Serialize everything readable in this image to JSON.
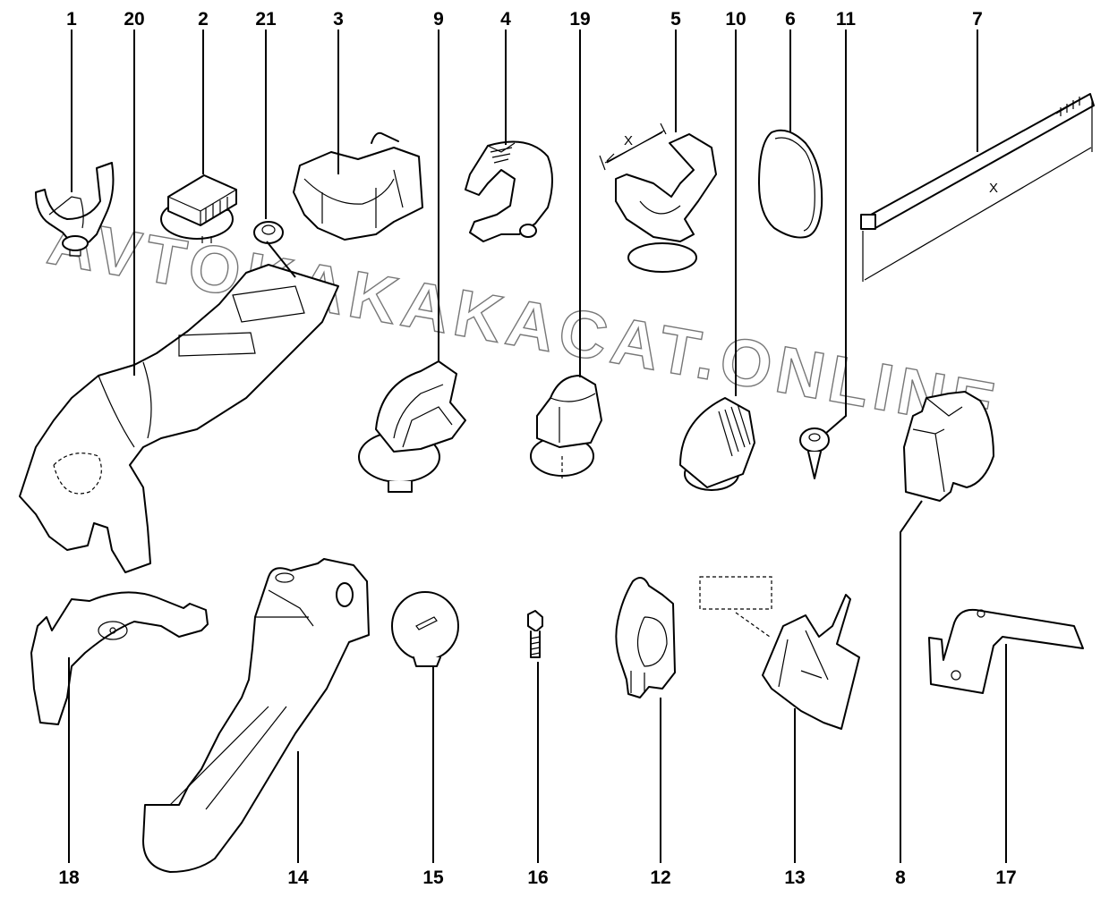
{
  "diagram": {
    "type": "exploded-parts-diagram",
    "subject": "wiring harness clips, fasteners and brackets",
    "watermark": "AVTOKAKAKACAT.ONLINE",
    "colors": {
      "line": "#000000",
      "background": "#ffffff",
      "watermark": "#777777"
    },
    "dimension_label": "X",
    "callouts_top": [
      {
        "id": "1",
        "label": "1"
      },
      {
        "id": "20",
        "label": "20"
      },
      {
        "id": "2",
        "label": "2"
      },
      {
        "id": "21",
        "label": "21"
      },
      {
        "id": "3",
        "label": "3"
      },
      {
        "id": "9",
        "label": "9"
      },
      {
        "id": "4",
        "label": "4"
      },
      {
        "id": "19",
        "label": "19"
      },
      {
        "id": "5",
        "label": "5"
      },
      {
        "id": "10",
        "label": "10"
      },
      {
        "id": "6",
        "label": "6"
      },
      {
        "id": "11",
        "label": "11"
      },
      {
        "id": "7",
        "label": "7"
      }
    ],
    "callouts_bottom": [
      {
        "id": "18",
        "label": "18"
      },
      {
        "id": "14",
        "label": "14"
      },
      {
        "id": "15",
        "label": "15"
      },
      {
        "id": "16",
        "label": "16"
      },
      {
        "id": "12",
        "label": "12"
      },
      {
        "id": "13",
        "label": "13"
      },
      {
        "id": "8",
        "label": "8"
      },
      {
        "id": "17",
        "label": "17"
      }
    ],
    "parts": [
      {
        "id": "1",
        "name": "open cable clip with push-pin base"
      },
      {
        "id": "2",
        "name": "ribbed clip with round base"
      },
      {
        "id": "3",
        "name": "double cable clip"
      },
      {
        "id": "4",
        "name": "strap clamp with ratchet band"
      },
      {
        "id": "5",
        "name": "cable clip with dimension X"
      },
      {
        "id": "6",
        "name": "oval grommet"
      },
      {
        "id": "7",
        "name": "cable tie with length X"
      },
      {
        "id": "8",
        "name": "edge clip"
      },
      {
        "id": "9",
        "name": "loop clip with push-pin base"
      },
      {
        "id": "10",
        "name": "ribbed clip"
      },
      {
        "id": "11",
        "name": "self-tapping screw"
      },
      {
        "id": "12",
        "name": "hose clip"
      },
      {
        "id": "13",
        "name": "mounting bracket clip"
      },
      {
        "id": "14",
        "name": "harness guide channel"
      },
      {
        "id": "15",
        "name": "round push rivet"
      },
      {
        "id": "16",
        "name": "screw"
      },
      {
        "id": "17",
        "name": "metal bracket"
      },
      {
        "id": "18",
        "name": "harness support bracket"
      },
      {
        "id": "19",
        "name": "band clip with base"
      },
      {
        "id": "20",
        "name": "harness duct"
      },
      {
        "id": "21",
        "name": "nut"
      }
    ]
  }
}
